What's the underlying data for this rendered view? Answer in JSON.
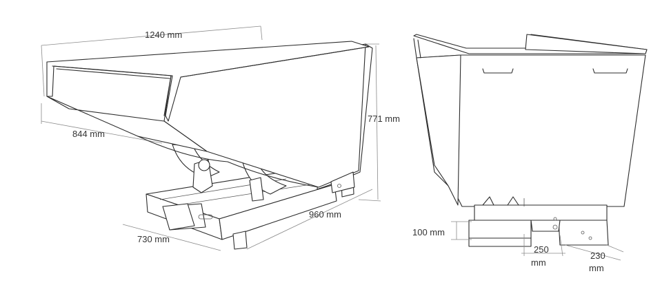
{
  "labels": {
    "width": "1240 mm",
    "depth": "844 mm",
    "height": "771 mm",
    "base_length": "960 mm",
    "base_width": "730 mm",
    "fork_height": "100 mm",
    "fork_spacing_a": "250",
    "fork_spacing_a_unit": "mm",
    "fork_width_b": "230",
    "fork_width_b_unit": "mm"
  },
  "colors": {
    "line": "#2b2b2b",
    "dimension": "#8a8a8a",
    "text": "#333333"
  }
}
